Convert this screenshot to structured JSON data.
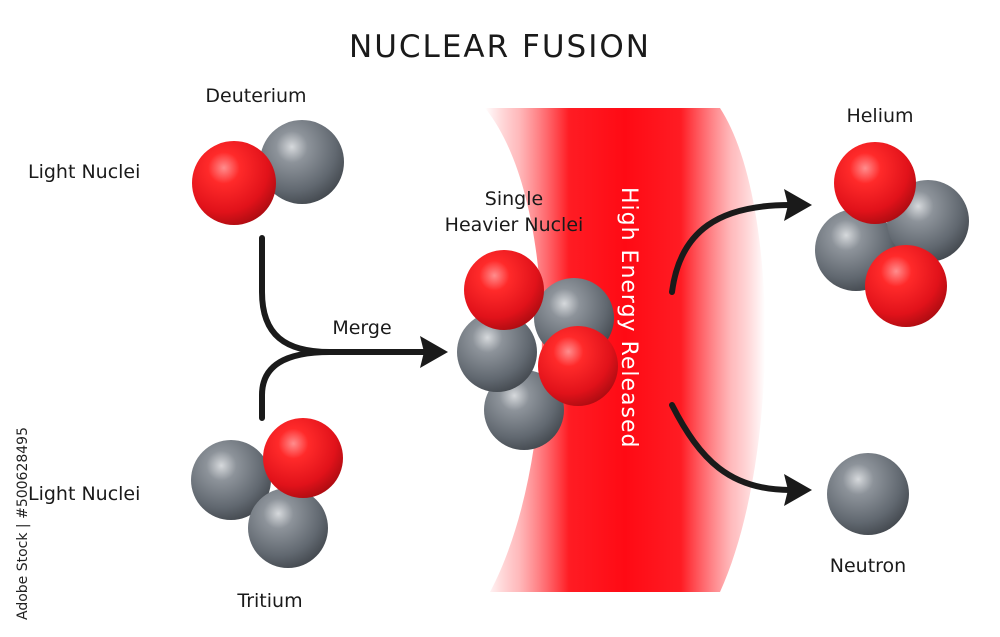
{
  "title": "NUCLEAR FUSION",
  "labels": {
    "deuterium": "Deuterium",
    "light_nuclei_top": "Light Nuclei",
    "light_nuclei_bottom": "Light Nuclei",
    "tritium": "Tritium",
    "merge": "Merge",
    "single_line1": "Single",
    "single_line2": "Heavier Nuclei",
    "high_energy": "High Energy Released",
    "helium": "Helium",
    "neutron": "Neutron"
  },
  "watermark": {
    "left_side": "Adobe Stock | #500628495"
  },
  "colors": {
    "proton": "#e8131b",
    "neutron": "#6b7178",
    "energy_band": "#ff0a14",
    "text": "#1a1a1a"
  }
}
